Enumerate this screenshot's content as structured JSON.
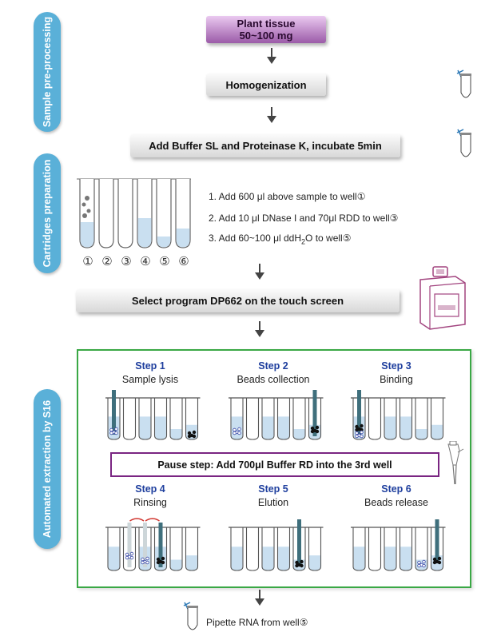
{
  "sections": {
    "preprocessing": "Sample pre-processing",
    "cartridges": "Cartridges preparation",
    "automated": "Automated extraction by S16"
  },
  "flow": {
    "plant_tissue_line1": "Plant tissue",
    "plant_tissue_line2": "50~100 mg",
    "homogenization": "Homogenization",
    "add_buffer": "Add Buffer SL and Proteinase K,  incubate 5min",
    "select_program": "Select program DP662 on the touch screen",
    "final": "Pipette RNA from well⑤"
  },
  "cartridge": {
    "well_labels": [
      "①",
      "②",
      "③",
      "④",
      "⑤",
      "⑥"
    ],
    "instructions": [
      "1. Add 600 μl above sample to well①",
      "2. Add 10 μl DNase I and 70μl RDD to well③"
    ],
    "instruction3_prefix": "3. Add 60~100 μl ddH",
    "instruction3_sub": "2",
    "instruction3_suffix": "O to well⑤"
  },
  "steps": [
    {
      "title": "Step 1",
      "desc": "Sample lysis"
    },
    {
      "title": "Step 2",
      "desc": "Beads collection"
    },
    {
      "title": "Step 3",
      "desc": "Binding"
    },
    {
      "title": "Step 4",
      "desc": "Rinsing"
    },
    {
      "title": "Step 5",
      "desc": "Elution"
    },
    {
      "title": "Step 6",
      "desc": "Beads release"
    }
  ],
  "pause": "Pause step: Add 700μl Buffer RD into the 3rd well",
  "colors": {
    "tab": "#5ab0d8",
    "frame": "#3aa845",
    "pause_border": "#7a2582",
    "step_title": "#1f3f9e",
    "liquid": "#c9dff0",
    "magnet": "#3f6f7c",
    "instrument": "#a2447f"
  },
  "icons": [
    "tube-icon",
    "pipette-icon",
    "instrument-icon",
    "magnet-rod-icon"
  ]
}
